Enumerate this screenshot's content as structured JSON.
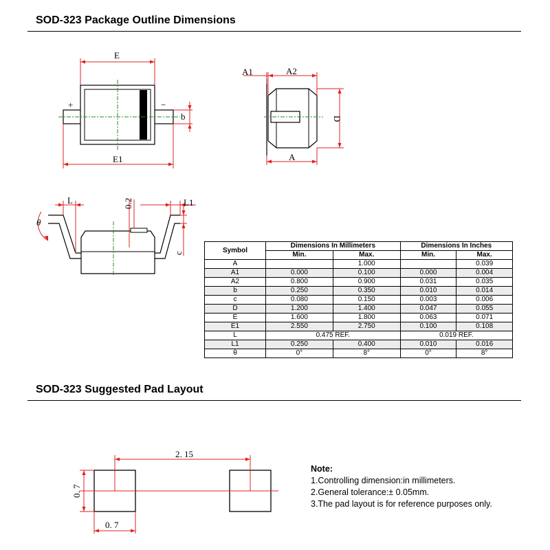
{
  "sections": {
    "outline_title": "SOD-323 Package Outline Dimensions",
    "pad_title": "SOD-323 Suggested Pad Layout"
  },
  "drawing_labels": {
    "E": "E",
    "E1": "E1",
    "b": "b",
    "plus": "+",
    "minus": "−",
    "A1": "A1",
    "A2": "A2",
    "A": "A",
    "D": "D",
    "theta": "θ",
    "L": "L",
    "L1": "L1",
    "c": "c",
    "h02": "0.2",
    "pad_pitch": "2. 15",
    "pad_height": "0. 7",
    "pad_width": "0. 7"
  },
  "table": {
    "symbol_header": "Symbol",
    "mm_header": "Dimensions In Millimeters",
    "in_header": "Dimensions In Inches",
    "min_label": "Min.",
    "max_label": "Max.",
    "rows": [
      {
        "symbol": "A",
        "mm_min": "",
        "mm_max": "1.000",
        "in_min": "",
        "in_max": "0.039"
      },
      {
        "symbol": "A1",
        "mm_min": "0.000",
        "mm_max": "0.100",
        "in_min": "0.000",
        "in_max": "0.004"
      },
      {
        "symbol": "A2",
        "mm_min": "0.800",
        "mm_max": "0.900",
        "in_min": "0.031",
        "in_max": "0.035"
      },
      {
        "symbol": "b",
        "mm_min": "0.250",
        "mm_max": "0.350",
        "in_min": "0.010",
        "in_max": "0.014"
      },
      {
        "symbol": "c",
        "mm_min": "0.080",
        "mm_max": "0.150",
        "in_min": "0.003",
        "in_max": "0.006"
      },
      {
        "symbol": "D",
        "mm_min": "1.200",
        "mm_max": "1.400",
        "in_min": "0.047",
        "in_max": "0.055"
      },
      {
        "symbol": "E",
        "mm_min": "1.600",
        "mm_max": "1.800",
        "in_min": "0.063",
        "in_max": "0.071"
      },
      {
        "symbol": "E1",
        "mm_min": "2.550",
        "mm_max": "2.750",
        "in_min": "0.100",
        "in_max": "0.108"
      },
      {
        "symbol": "L",
        "mm_ref": "0.475 REF.",
        "in_ref": "0.019 REF."
      },
      {
        "symbol": "L1",
        "mm_min": "0.250",
        "mm_max": "0.400",
        "in_min": "0.010",
        "in_max": "0.016"
      },
      {
        "symbol": "θ",
        "mm_min": "0°",
        "mm_max": "8°",
        "in_min": "0°",
        "in_max": "8°"
      }
    ]
  },
  "note": {
    "title": "Note:",
    "lines": [
      "1.Controlling dimension:in millimeters.",
      "2.General tolerance:± 0.05mm.",
      "3.The pad layout is for reference purposes only."
    ]
  }
}
